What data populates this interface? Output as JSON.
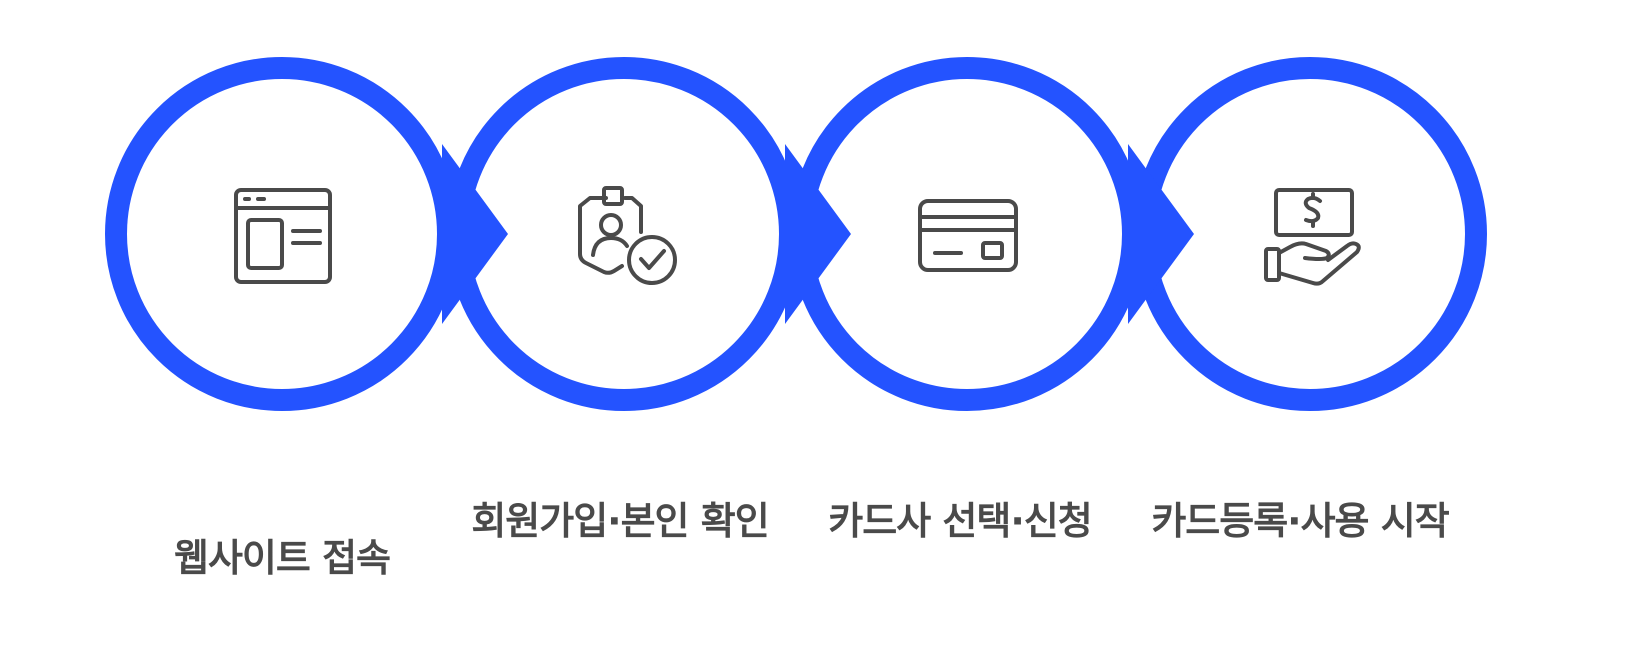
{
  "diagram": {
    "accent_color": "#2453ff",
    "icon_color": "#4a4a4a",
    "steps": [
      {
        "label": "웹사이트 접속",
        "icon": "browser-window-icon"
      },
      {
        "label": "회원가입·본인 확인",
        "icon": "verified-id-badge-icon"
      },
      {
        "label": "카드사 선택·신청",
        "icon": "credit-card-icon"
      },
      {
        "label": "카드등록·사용 시작",
        "icon": "hand-receiving-money-icon"
      }
    ]
  }
}
